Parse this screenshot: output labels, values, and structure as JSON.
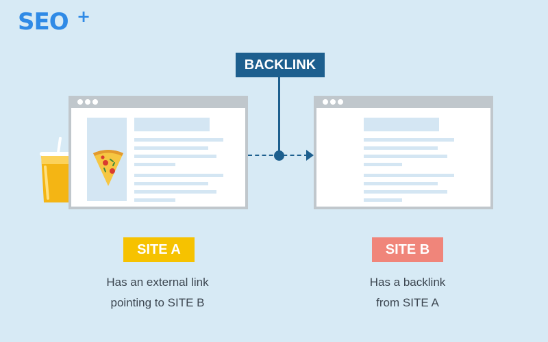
{
  "logo": {
    "text": "SEO",
    "superscript": "+"
  },
  "connector": {
    "label": "BACKLINK"
  },
  "site_a": {
    "badge": "SITE A",
    "badge_color": "#f6c200",
    "description_line1": "Has an external link",
    "description_line2": "pointing to SITE B"
  },
  "site_b": {
    "badge": "SITE B",
    "badge_color": "#f0857a",
    "description_line1": "Has a backlink",
    "description_line2": "from SITE A"
  },
  "colors": {
    "background": "#d7eaf5",
    "accent": "#1d5f8e",
    "logo": "#2f8ae6",
    "window_frame": "#c0c7cc",
    "placeholder": "#d4e6f3"
  },
  "icons": [
    "pizza-icon",
    "juice-cup-icon"
  ]
}
